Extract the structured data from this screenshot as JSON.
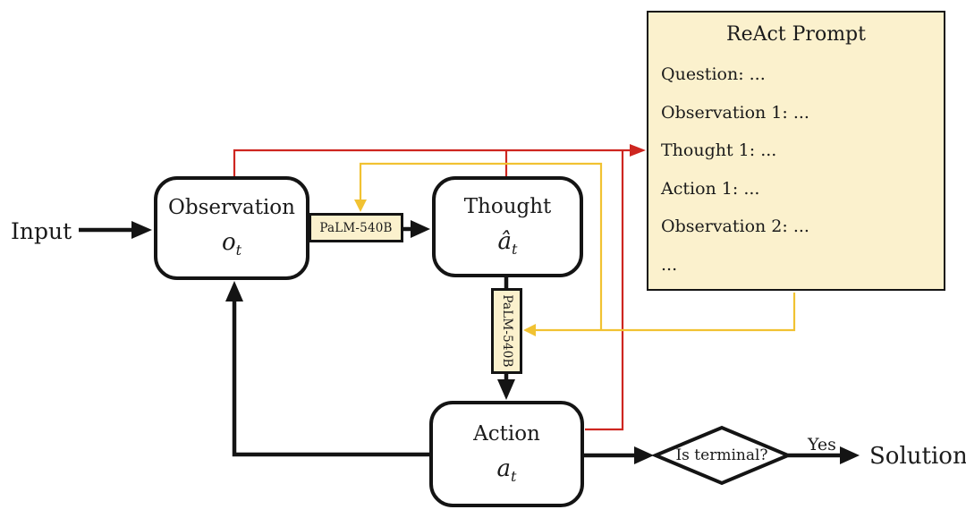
{
  "palette": {
    "cream_fill": "#FBF1CD",
    "node_fill": "#FFFFFF",
    "outline": "#141414",
    "red_wire": "#CE2620",
    "yellow_wire": "#F1C232"
  },
  "labels": {
    "input": "Input",
    "yes": "Yes",
    "solution": "Solution"
  },
  "nodes": {
    "observation": {
      "title": "Observation",
      "symbol": "o",
      "subscript": "t"
    },
    "thought": {
      "title": "Thought",
      "symbol": "â",
      "subscript": "t"
    },
    "action": {
      "title": "Action",
      "symbol": "a",
      "subscript": "t"
    },
    "palm_top": {
      "label": "PaLM-540B"
    },
    "palm_mid": {
      "label": "PaLM-540B"
    },
    "decision": {
      "label": "Is terminal?"
    }
  },
  "react_prompt": {
    "title": "ReAct Prompt",
    "lines": [
      "Question: ...",
      "Observation 1: ...",
      "Thought 1: ...",
      "Action 1: ...",
      "Observation 2: ...",
      "..."
    ]
  }
}
